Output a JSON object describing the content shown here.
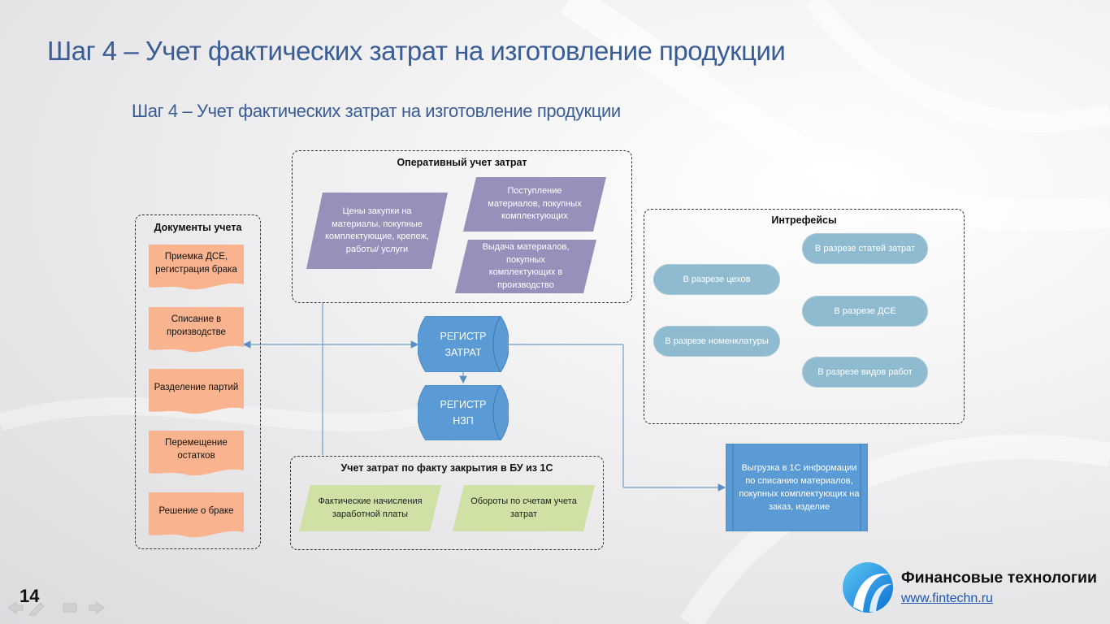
{
  "slide": {
    "title": "Шаг 4 – Учет фактических затрат на изготовление продукции",
    "subtitle": "Шаг 4 – Учет фактических затрат на изготовление продукции",
    "page_number": "14"
  },
  "groups": {
    "operational": {
      "title": "Оперативный учет затрат",
      "items": [
        "Цены закупки на материалы, покупные комплектующие, крепеж, работы/ услуги",
        "Поступление материалов, покупных комплектующих",
        "Выдача материалов, покупных комплектующих в производство"
      ]
    },
    "documents": {
      "title": "Документы учета",
      "items": [
        "Приемка ДСЕ, регистрация брака",
        "Списание в производстве",
        "Разделение партий",
        "Перемещение остатков",
        "Решение о браке"
      ]
    },
    "interfaces": {
      "title": "Интрефейсы",
      "items": [
        "В разрезе статей затрат",
        "В разрезе цехов",
        "В разрезе ДСЕ",
        "В разрезе номенклатуры",
        "В разрезе видов работ"
      ]
    },
    "accounting": {
      "title": "Учет затрат по факту закрытия в БУ из 1С",
      "items": [
        "Фактические начисления заработной платы",
        "Обороты по счетам учета затрат"
      ]
    }
  },
  "registers": {
    "costs": "РЕГИСТР ЗАТРАТ",
    "wip": "РЕГИСТР НЗП"
  },
  "export_box": "Выгрузка в 1С информации по списанию материалов, покупных комплектующих на заказ, изделие",
  "company": {
    "name": "Финансовые технологии",
    "url": "www.fintechn.ru"
  },
  "colors": {
    "title": "#3a5d96",
    "purple": "#9690bb",
    "orange": "#f9b48f",
    "blue_pill": "#8fbbd0",
    "register": "#5b9bd5",
    "green": "#cfe1a4",
    "export": "#5b9bd5"
  },
  "icons": [
    "logo-swirl-icon",
    "nav-back-icon",
    "nav-pen-icon",
    "nav-menu-icon",
    "nav-forward-icon"
  ]
}
